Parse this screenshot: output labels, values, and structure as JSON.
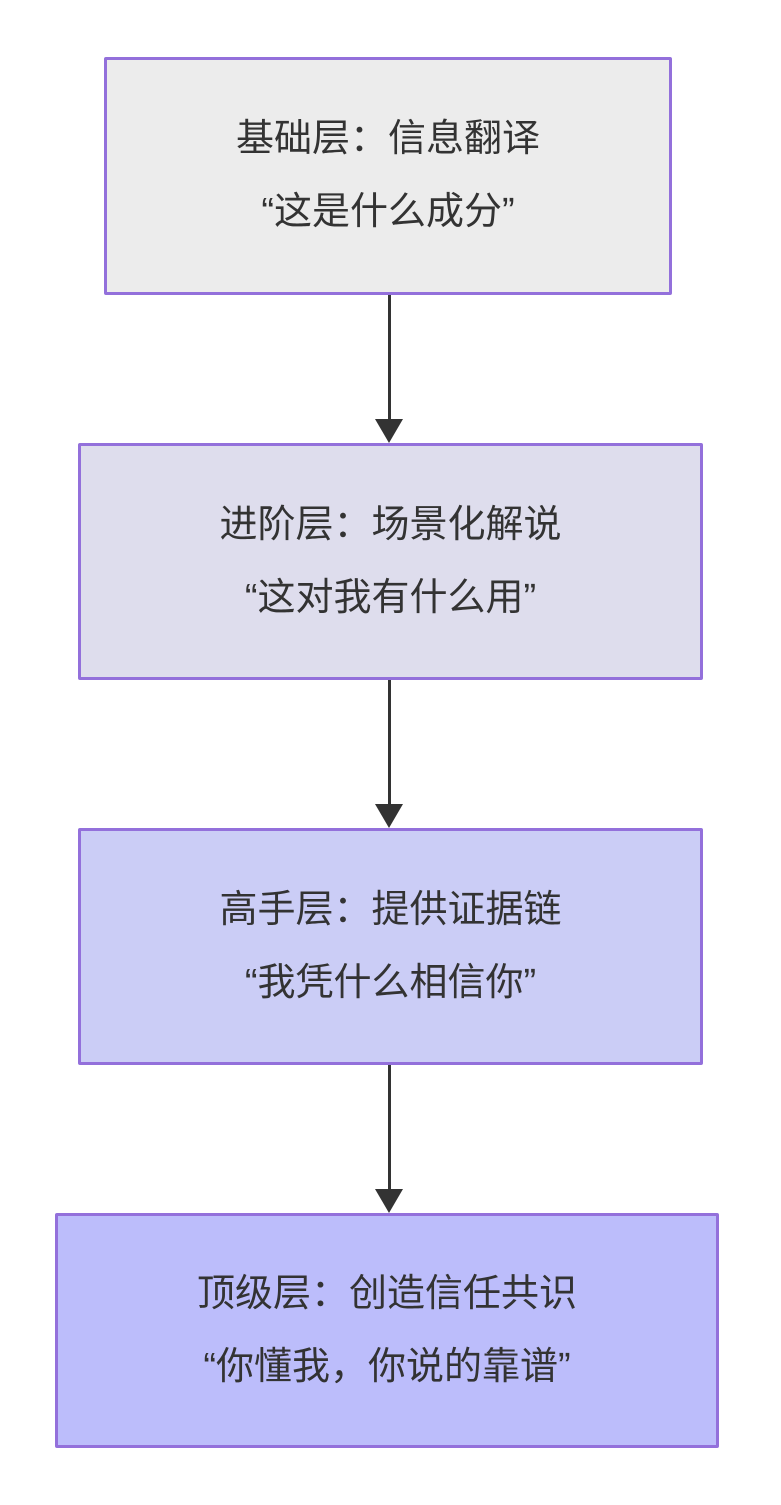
{
  "diagram": {
    "type": "flowchart-top-down",
    "background": "#ffffff",
    "colors": {
      "border": "#9370db",
      "arrow": "#333333",
      "text": "#333333",
      "node_fills": [
        "#ececec",
        "#dedded",
        "#cbcdf6",
        "#bcbdfb"
      ]
    },
    "nodes": [
      {
        "id": "basic",
        "line1": "基础层：信息翻译",
        "line2": "“这是什么成分”"
      },
      {
        "id": "advanced",
        "line1": "进阶层：场景化解说",
        "line2": "“这对我有什么用”"
      },
      {
        "id": "expert",
        "line1": "高手层：提供证据链",
        "line2": "“我凭什么相信你”"
      },
      {
        "id": "top",
        "line1": "顶级层：创造信任共识",
        "line2": "“你懂我，你说的靠谱”"
      }
    ],
    "edges": [
      {
        "from": "basic",
        "to": "advanced"
      },
      {
        "from": "advanced",
        "to": "expert"
      },
      {
        "from": "expert",
        "to": "top"
      }
    ]
  }
}
